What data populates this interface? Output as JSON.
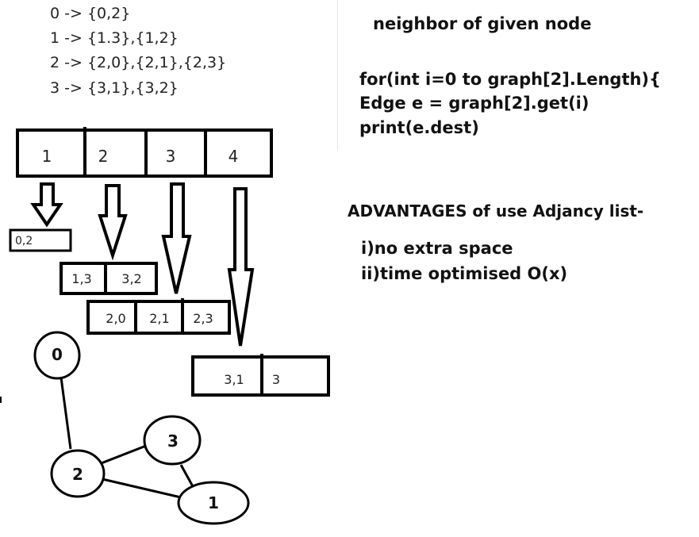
{
  "adjacency_lines": [
    "0 -> {0,2}",
    "1 -> {1.3},{1,2}",
    "2 -> {2,0},{2,1},{2,3}",
    "3 -> {3,1},{3,2}"
  ],
  "right_panel": {
    "heading": "neighbor of given node",
    "code": [
      "for(int i=0 to graph[2].Length){",
      "Edge e = graph[2].get(i)",
      "print(e.dest)"
    ],
    "advantages_title": "ADVANTAGES of use Adjancy list-",
    "advantages": [
      "i)no extra space",
      "ii)time optimised O(x)"
    ]
  },
  "array_cells": [
    "1",
    "2",
    "3",
    "4"
  ],
  "lists": {
    "list_1": [
      "0,2"
    ],
    "list_2": [
      "1,3",
      "3,2"
    ],
    "list_3": [
      "2,0",
      "2,1",
      "2,3"
    ],
    "list_4": [
      "3,1",
      "3"
    ]
  },
  "graph_nodes": {
    "n0": "0",
    "n1": "1",
    "n2": "2",
    "n3": "3"
  }
}
